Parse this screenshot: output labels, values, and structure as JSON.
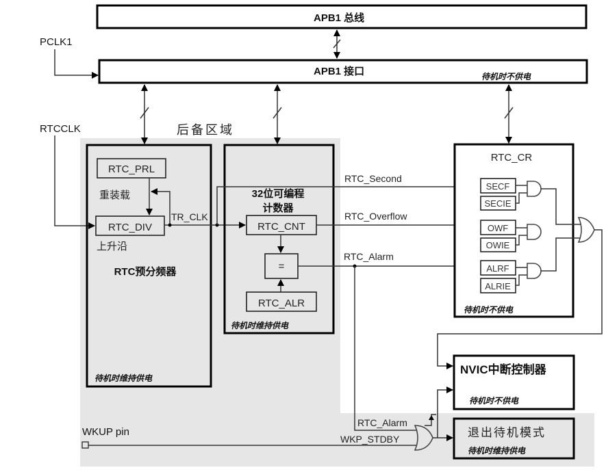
{
  "apb1_bus": {
    "label": "APB1 总线"
  },
  "apb1_interface": {
    "label": "APB1 接口",
    "power_note": "待机时不供电"
  },
  "inputs": {
    "pclk1": "PCLK1",
    "rtcclk": "RTCCLK",
    "wkup_pin": "WKUP pin"
  },
  "backup_domain": {
    "label": "后备区域"
  },
  "prescaler": {
    "title": "RTC预分频器",
    "prl": "RTC_PRL",
    "reload": "重装载",
    "div": "RTC_DIV",
    "edge": "上升沿",
    "power_note": "待机时维持供电"
  },
  "tr_clk": "TR_CLK",
  "counter": {
    "title_line1": "32位可编程",
    "title_line2": "计数器",
    "cnt": "RTC_CNT",
    "compare": "=",
    "alr": "RTC_ALR",
    "power_note": "待机时维持供电"
  },
  "signals": {
    "second": "RTC_Second",
    "overflow": "RTC_Overflow",
    "alarm": "RTC_Alarm",
    "alarm_wakeup": "RTC_Alarm",
    "wkp_stdby": "WKP_STDBY"
  },
  "rtc_cr": {
    "title": "RTC_CR",
    "flags": [
      {
        "flag": "SECF",
        "enable": "SECIE"
      },
      {
        "flag": "OWF",
        "enable": "OWIE"
      },
      {
        "flag": "ALRF",
        "enable": "ALRIE"
      }
    ],
    "power_note": "待机时不供电"
  },
  "nvic": {
    "label": "NVIC中断控制器",
    "power_note": "待机时不供电"
  },
  "exit_standby": {
    "label": "退出待机模式",
    "power_note": "待机时维持供电"
  },
  "colors": {
    "line": "#000000",
    "backup_domain_fill": "#e6e6e6",
    "background": "#ffffff"
  }
}
